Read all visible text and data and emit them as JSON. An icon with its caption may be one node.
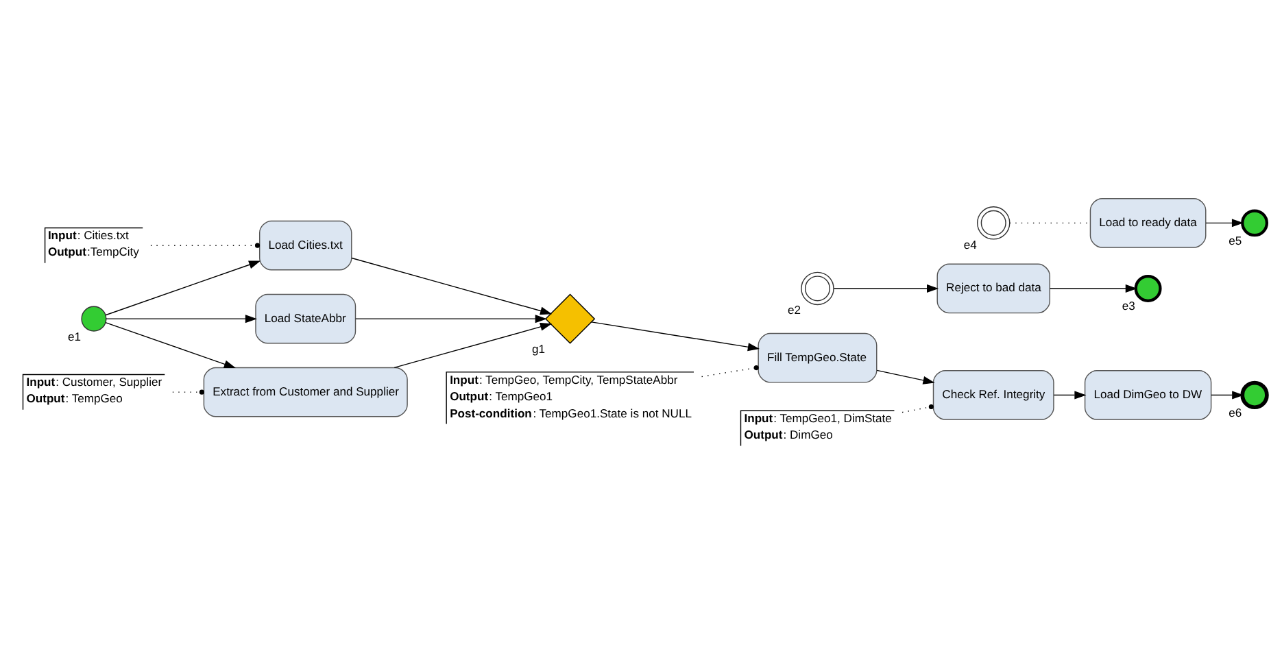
{
  "diagram": {
    "nodes": [
      {
        "text": [],
        "shape": "circle",
        "beside": [
          "e1"
        ]
      },
      {
        "text": [
          "Load Cities.txt"
        ]
      },
      {
        "text": [
          "Load StateAbbr"
        ]
      },
      {
        "text": [
          "Extract from Customer and Supplier"
        ]
      },
      {
        "text": [],
        "shape": "diamond",
        "beside": [
          "g1"
        ]
      },
      {
        "text": [
          "Fill TempGeo.State"
        ]
      },
      {
        "text": [],
        "shape": "circle",
        "beside": [
          "e2"
        ]
      },
      {
        "text": [
          "Check Ref. Integrity"
        ]
      },
      {
        "text": [],
        "shape": "circle",
        "beside": [
          "e4"
        ]
      },
      {
        "text": [
          "Load DimGeo to DW"
        ]
      },
      {
        "text": [],
        "shape": "circle",
        "beside": [
          "e6"
        ]
      },
      {
        "text": [
          "Reject to bad data"
        ]
      },
      {
        "text": [],
        "shape": "circle",
        "beside": [
          "e3"
        ]
      },
      {
        "text": [
          "Load to ready data"
        ]
      },
      {
        "text": [],
        "shape": "circle",
        "beside": [
          "e5"
        ]
      },
      {
        "text": [
          "**Input**: Cities.txt",
          "**Output**:TempCity"
        ]
      },
      {
        "text": [
          "**Input**: TempGeo, TempCity, TempStateAbbr",
          "**Output**: TempGeo1",
          "**Post-condition**: TempGeo1.State is not NULL"
        ]
      },
      {
        "text": [
          "**Input**: TempGeo1, DimState",
          "**Output**: DimGeo"
        ]
      },
      {
        "text": [
          "**Input**: Customer, Supplier",
          "**Output**: TempGeo"
        ]
      }
    ],
    "edges": [
      {
        "from": 0,
        "to": 1,
        "arrow": "to"
      },
      {
        "from": 0,
        "to": 2,
        "arrow": "to"
      },
      {
        "from": 0,
        "to": 3,
        "arrow": "to"
      },
      {
        "from": 1,
        "to": 4,
        "arrow": "to"
      },
      {
        "from": 2,
        "to": 4,
        "arrow": "to"
      },
      {
        "from": 3,
        "to": 4,
        "arrow": "to"
      },
      {
        "from": 4,
        "to": 5,
        "arrow": "to"
      },
      {
        "from": 5,
        "to": 7,
        "arrow": "to"
      },
      {
        "from": 7,
        "to": 9,
        "arrow": "to"
      },
      {
        "from": 9,
        "to": 10,
        "arrow": "to"
      },
      {
        "from": 6,
        "to": 11,
        "arrow": "to"
      },
      {
        "from": 11,
        "to": 12,
        "arrow": "to"
      },
      {
        "from": 8,
        "to": 13,
        "arrow": "none",
        "style": "dashed"
      },
      {
        "from": 13,
        "to": 14,
        "arrow": "to"
      },
      {
        "from": 15,
        "to": 1,
        "arrow": "other",
        "style": "dashed"
      },
      {
        "from": 16,
        "to": 5,
        "arrow": "other",
        "style": "dashed"
      },
      {
        "from": 17,
        "to": 7,
        "arrow": "other",
        "style": "dashed"
      },
      {
        "from": 18,
        "to": 3,
        "arrow": "other",
        "style": "dashed"
      }
    ]
  }
}
